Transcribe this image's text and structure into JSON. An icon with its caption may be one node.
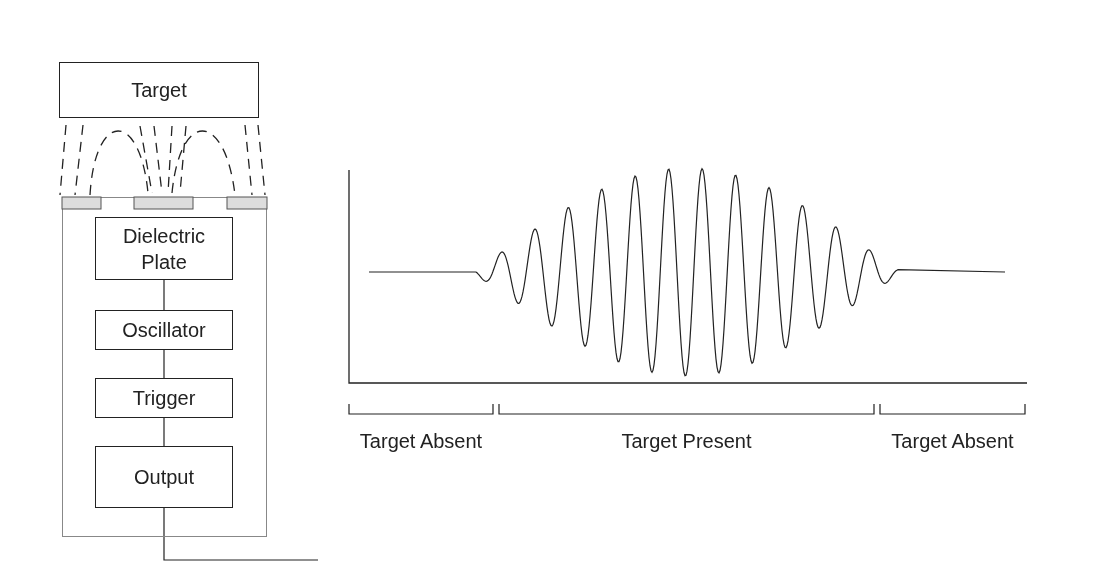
{
  "diagram": {
    "nodes": [
      {
        "text": [
          "Target"
        ]
      },
      {
        "text": [],
        "shape": "box"
      },
      {
        "text": [
          "Dielectric Plate"
        ],
        "in": 1
      },
      {
        "text": [
          "Oscillator"
        ],
        "in": 1
      },
      {
        "text": [
          "Trigger"
        ],
        "in": 1
      },
      {
        "text": [
          "Output"
        ],
        "in": 1
      }
    ],
    "edges": [
      {
        "from": 2,
        "to": 3,
        "arrow": "none"
      },
      {
        "from": 3,
        "to": 4,
        "arrow": "none"
      },
      {
        "from": 4,
        "to": 5,
        "arrow": "none"
      },
      {
        "from": 5,
        "to": null,
        "arrow": "none"
      }
    ],
    "labels": [
      "Target Absent",
      "Target Present",
      "Target Absent"
    ]
  }
}
